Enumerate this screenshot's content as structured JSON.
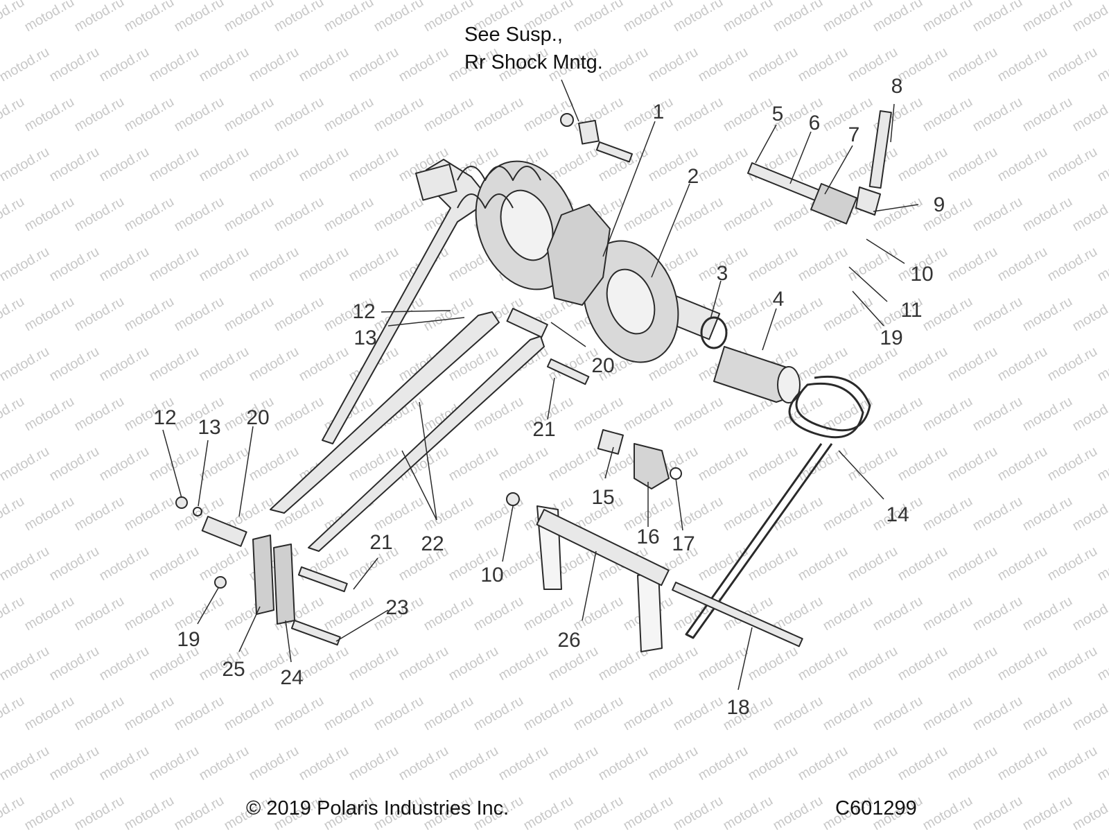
{
  "watermark": "motod.ru",
  "note": {
    "line1": "See Susp.,",
    "line2": "Rr Shock Mntg."
  },
  "callouts": [
    "1",
    "2",
    "3",
    "4",
    "5",
    "6",
    "7",
    "8",
    "9",
    "10",
    "11",
    "19",
    "12",
    "13",
    "20",
    "21",
    "12",
    "13",
    "20",
    "22",
    "15",
    "16",
    "17",
    "14",
    "10",
    "21",
    "22",
    "19",
    "25",
    "24",
    "23",
    "26",
    "18"
  ],
  "footer": {
    "copyright": "© 2019 Polaris Industries Inc.",
    "code": "C601299"
  },
  "colors": {
    "line": "#2a2a2a",
    "part_fill": "#e8e8e8",
    "part_shade": "#bdbdbd",
    "watermark": "#c8c8c8"
  }
}
